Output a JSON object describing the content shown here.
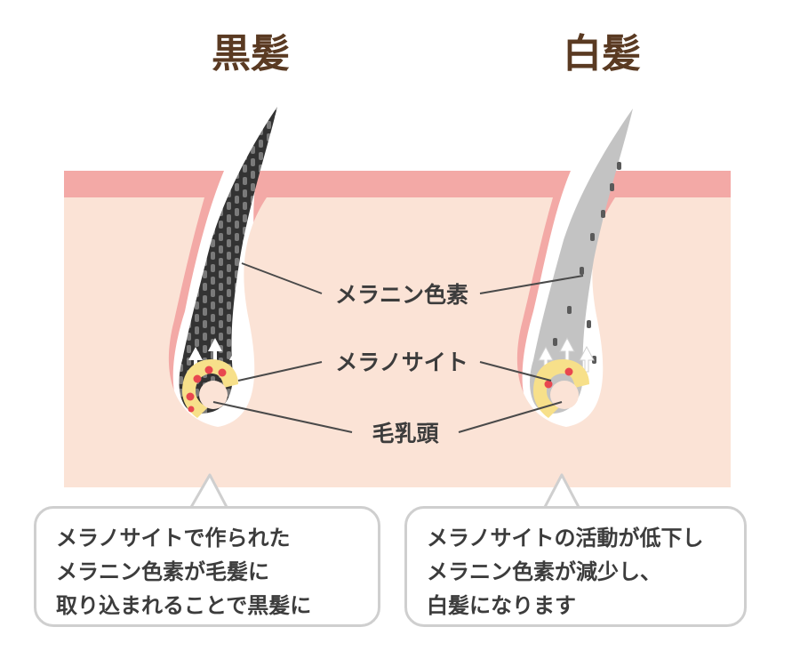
{
  "titles": {
    "black_hair": "黒髪",
    "white_hair": "白髪"
  },
  "labels": {
    "melanin": "メラニン色素",
    "melanocyte": "メラノサイト",
    "dermal_papilla": "毛乳頭"
  },
  "callouts": {
    "left": [
      "メラノサイトで作られた",
      "メラニン色素が毛髪に",
      "取り込まれることで黒髪に"
    ],
    "right": [
      "メラノサイトの活動が低下し",
      "メラニン色素が減少し、",
      "白髪になります"
    ]
  },
  "colors": {
    "skin_outer": "#f3a9a6",
    "skin_inner": "#fbe3d6",
    "black_hair": "#333333",
    "white_hair": "#c3c3c3",
    "melanin_white": "#5a5a5a",
    "bulb": "#f7e08a",
    "melanocyte_dot": "#e8474f",
    "title": "#5a3a22",
    "text": "#3c3c3c"
  }
}
